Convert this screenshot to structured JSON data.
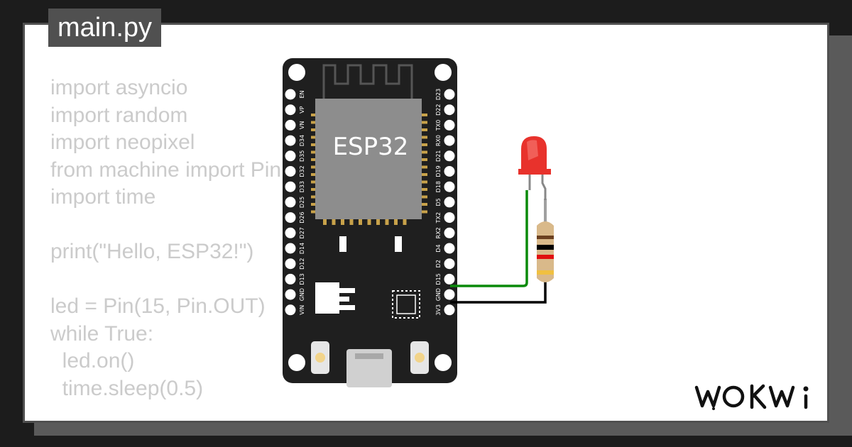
{
  "editor": {
    "filename": "main.py",
    "code_lines": [
      "import asyncio",
      "import random",
      "import neopixel",
      "from machine import Pin",
      "import time",
      "",
      "print(\"Hello, ESP32!\")",
      "",
      "led = Pin(15, Pin.OUT)",
      "while True:",
      "  led.on()",
      "  time.sleep(0.5)"
    ]
  },
  "board": {
    "chip_label": "ESP32",
    "left_pins": [
      "EN",
      "VP",
      "VN",
      "D34",
      "D35",
      "D32",
      "D33",
      "D25",
      "D26",
      "D27",
      "D14",
      "D12",
      "D13",
      "GND",
      "VIN"
    ],
    "right_pins": [
      "D23",
      "D22",
      "TX0",
      "RX0",
      "D21",
      "D19",
      "D18",
      "D5",
      "TX2",
      "RX2",
      "D4",
      "D2",
      "D15",
      "GND",
      "3V3"
    ]
  },
  "components": {
    "led_color": "#e8322c",
    "resistor_bands": [
      "#6b4020",
      "#000000",
      "#e01010",
      "#f0c040"
    ],
    "wire_signal_color": "#0a8a0a",
    "wire_ground_color": "#000000"
  },
  "brand": {
    "logo_text": "WOKWi"
  }
}
